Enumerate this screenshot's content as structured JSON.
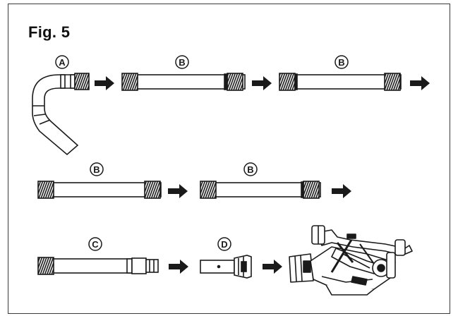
{
  "figure": {
    "title": "Fig. 5"
  },
  "labels": {
    "a": "A",
    "b": "B",
    "c": "C",
    "d": "D"
  },
  "colors": {
    "line": "#1a1a1a",
    "frame": "#3a3a3a",
    "fill": "#ffffff",
    "thread": "#7a7a7a"
  },
  "icons": {
    "arrow": "right-arrow-icon"
  }
}
